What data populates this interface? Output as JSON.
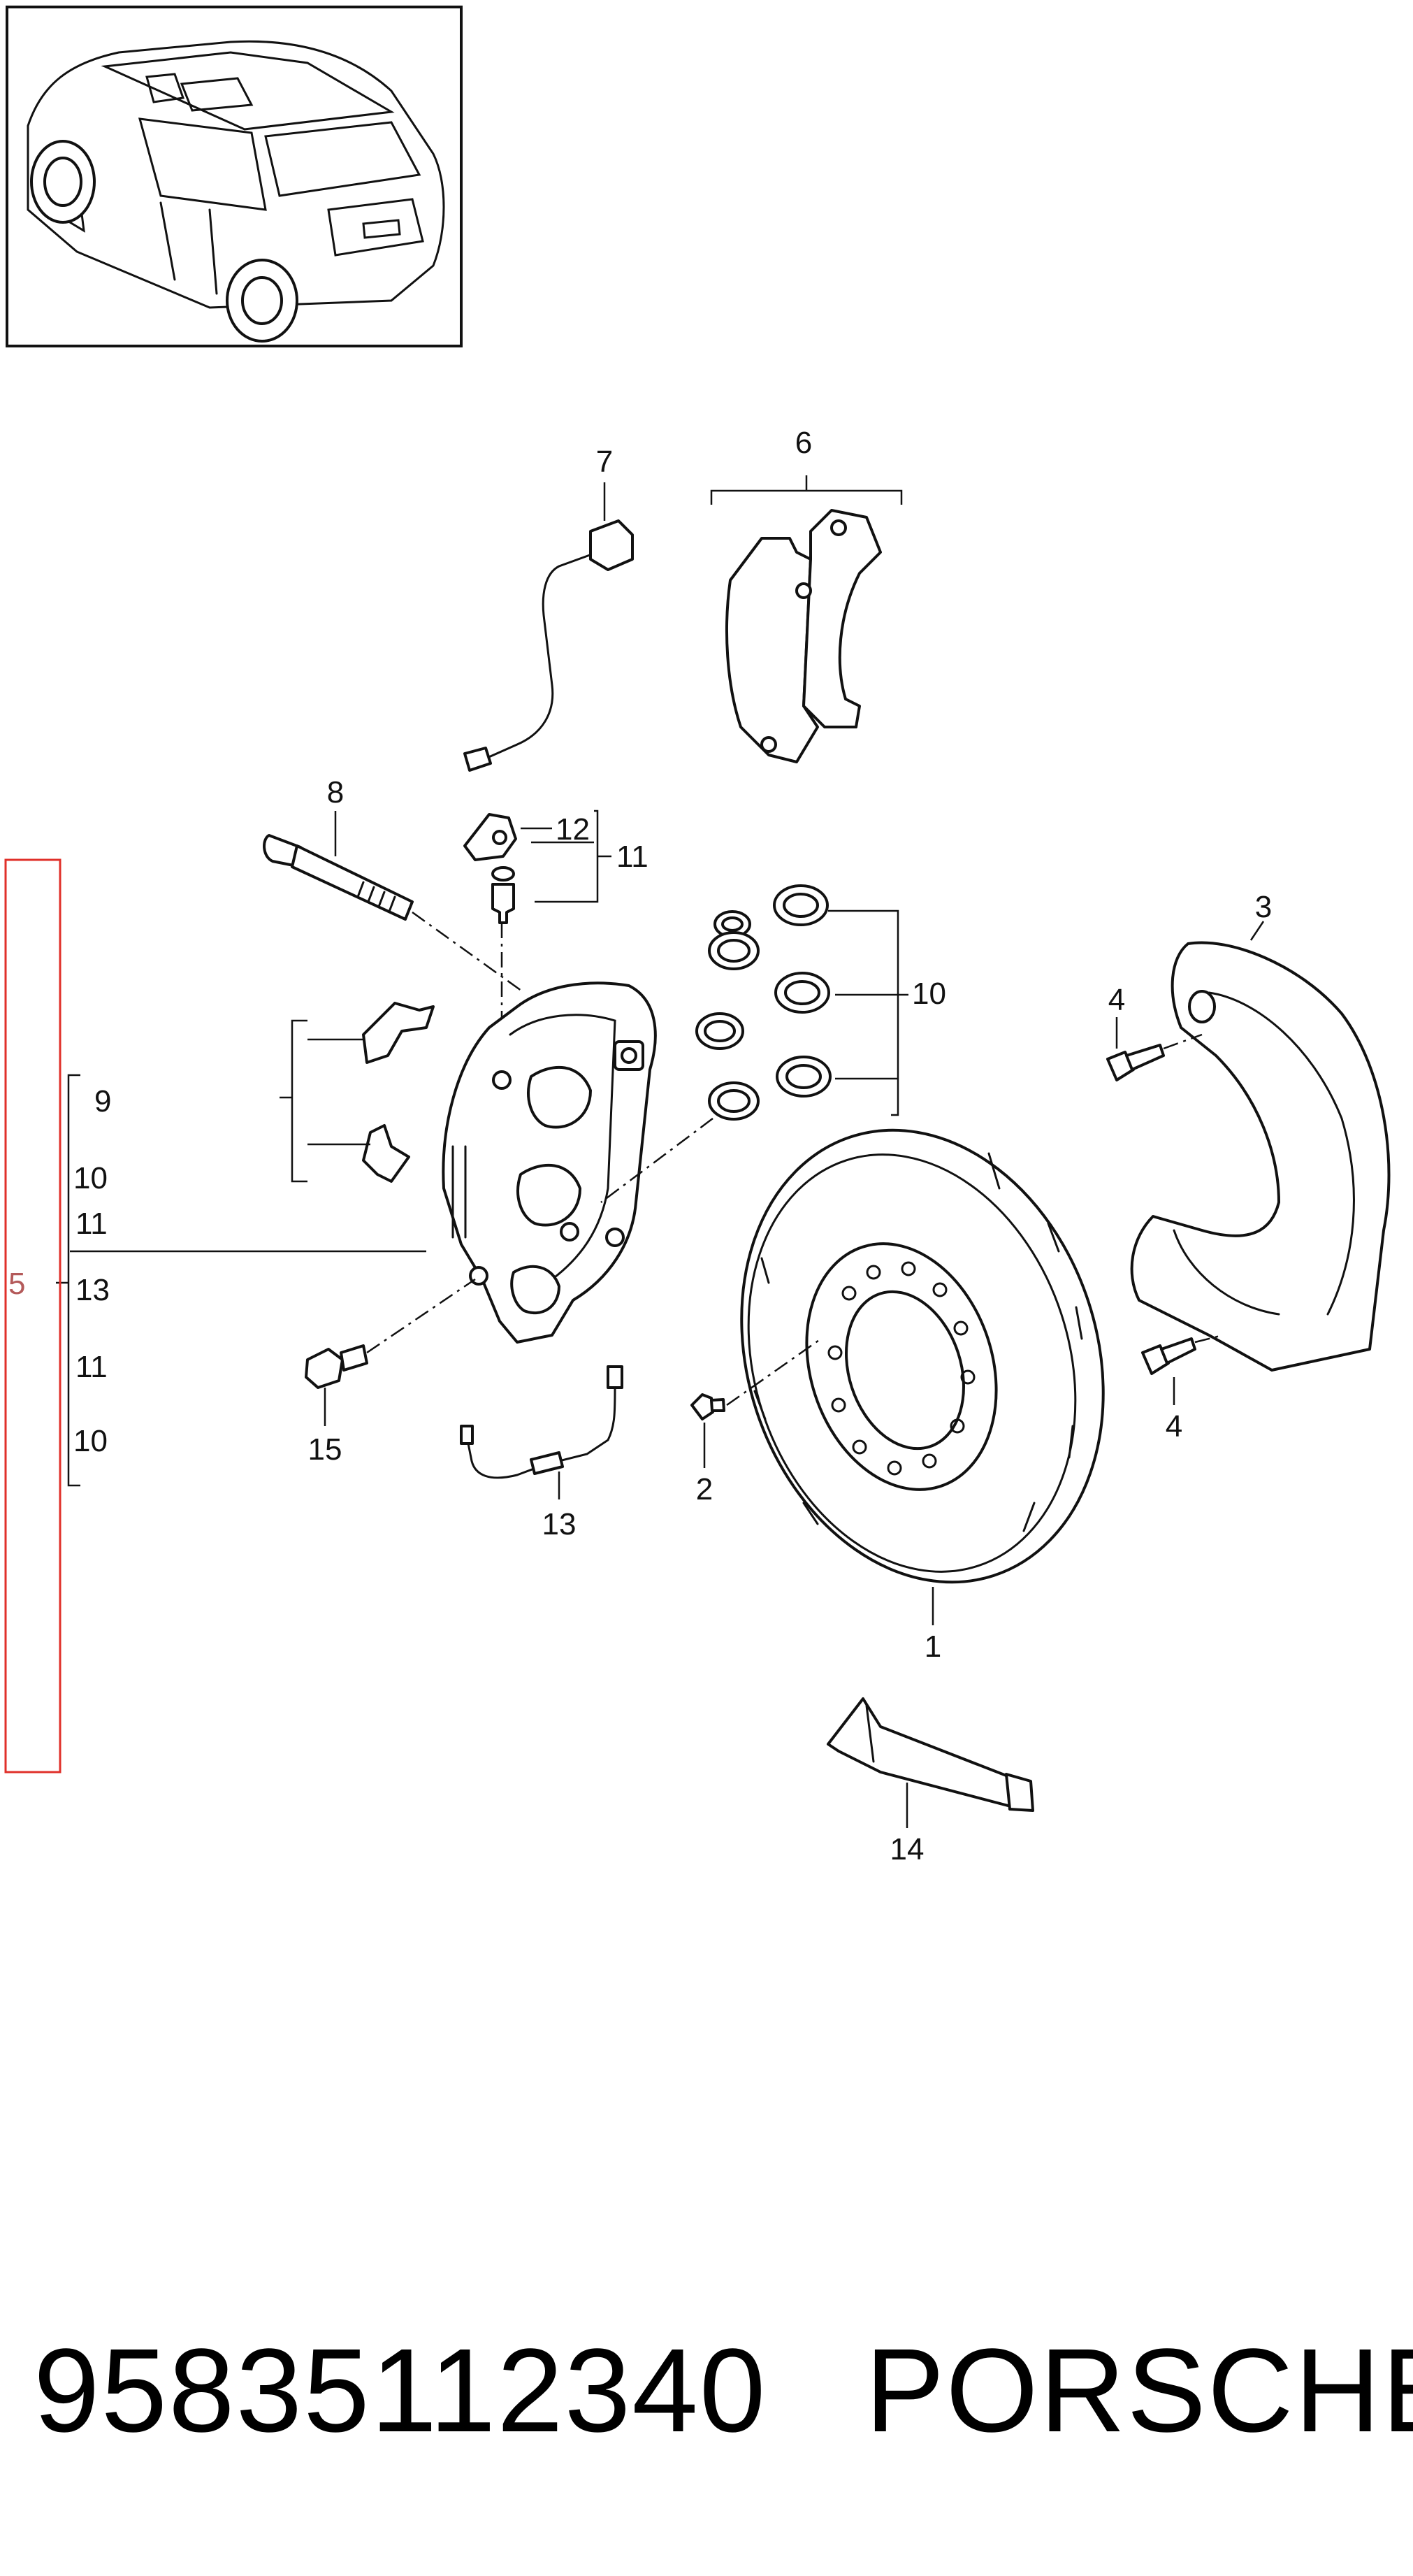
{
  "diagram": {
    "callouts": {
      "c1": "1",
      "c2": "2",
      "c3": "3",
      "c4a": "4",
      "c4b": "4",
      "c5": "5",
      "c6": "6",
      "c7": "7",
      "c8": "8",
      "c9": "9",
      "c10a": "10",
      "c10b": "10",
      "c10c": "10",
      "c11a": "11",
      "c11b": "11",
      "c11c": "11",
      "c12": "12",
      "c13a": "13",
      "c13b": "13",
      "c14": "14",
      "c15": "15"
    },
    "highlight_color": "#e0302a"
  },
  "footer": {
    "part_number": "95835112340",
    "brand": "PORSCHE"
  }
}
